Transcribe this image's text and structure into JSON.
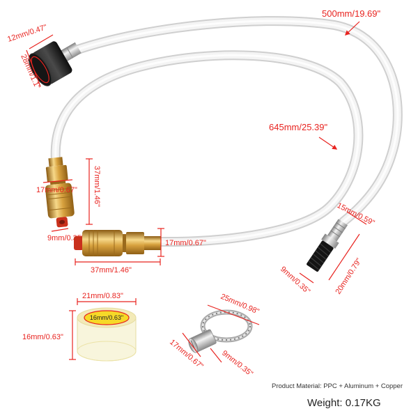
{
  "hose": {
    "length_label": "500mm/19.69\"",
    "total_length_label": "645mm/25.39\""
  },
  "nut": {
    "thickness_label": "12mm/0.47\"",
    "diameter_label": "28mm/1.1\""
  },
  "coupler_vertical": {
    "length_label": "37mm/1.46\"",
    "width_label": "17mm/0.67\"",
    "hole_label": "9mm/0.35\""
  },
  "coupler_horizontal": {
    "width_label": "17mm/0.67\"",
    "length_label": "37mm/1.46\""
  },
  "nozzle": {
    "width_label": "15mm/0.59\"",
    "tip_label": "9mm/0.35\"",
    "length_label": "20mm/0.79\""
  },
  "tape": {
    "diameter_label": "21mm/0.83\"",
    "inner_label": "16mm/0.63\"",
    "height_label": "16mm/0.63\""
  },
  "clamp": {
    "diameter_label": "25mm/0.98\"",
    "housing_label": "17mm/0.67\"",
    "band_label": "9mm/0.35\""
  },
  "specs": {
    "material": "Product Material: PPC + Aluminum + Copper",
    "weight": "Weight: 0.17KG"
  },
  "colors": {
    "annotation": "#e8231f",
    "brass": "#d9a441",
    "hose": "#f4f4f4",
    "tape": "#f6d928",
    "nut": "#1a1a1a"
  }
}
